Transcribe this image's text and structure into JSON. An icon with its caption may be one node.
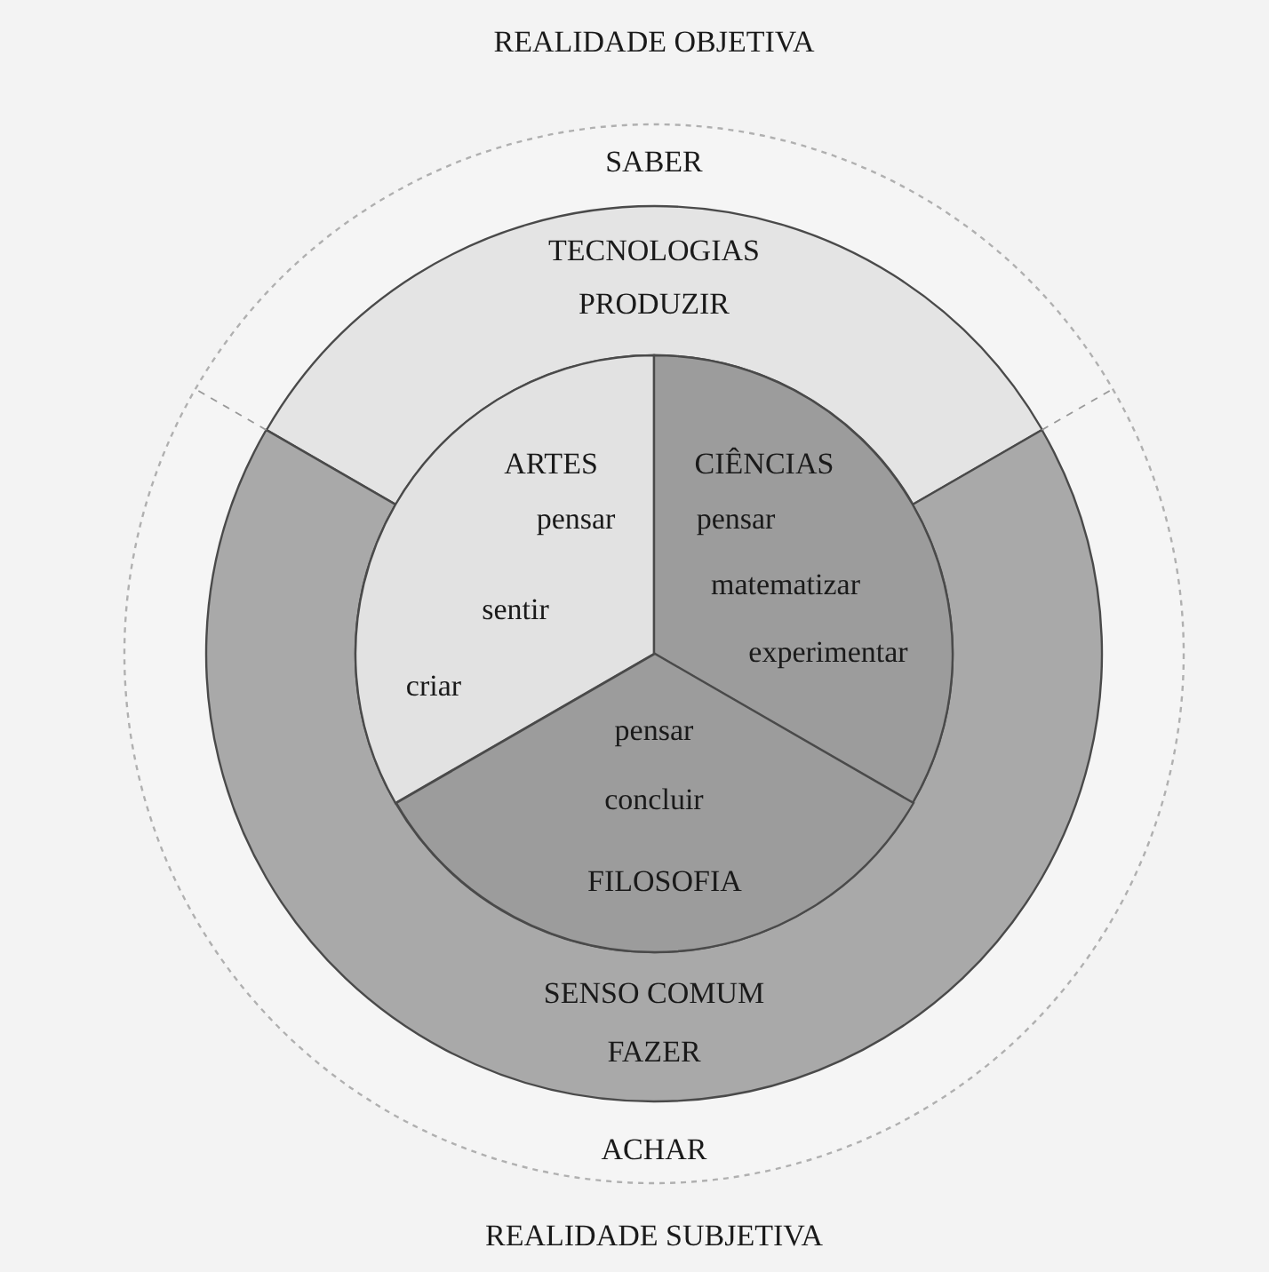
{
  "diagram": {
    "nodes": [
      {
        "text": [
          "SABER",
          "ACHAR"
        ]
      },
      {
        "text": [
          "TECNOLOGIAS",
          "PRODUZIR"
        ],
        "in": 0
      },
      {
        "text": [
          "SENSO COMUM",
          "FAZER"
        ],
        "in": 0
      },
      {
        "text": [
          "ARTES",
          "pensar",
          "sentir",
          "criar"
        ],
        "in": 0
      },
      {
        "text": [
          "CIÊNCIAS",
          "pensar",
          "matematizar",
          "experimentar"
        ],
        "in": 0
      },
      {
        "text": [
          "pensar",
          "concluir",
          "FILOSOFIA"
        ],
        "in": 0
      }
    ],
    "edges": [],
    "labels": [
      "REALIDADE OBJETIVA",
      "REALIDADE SUBJETIVA"
    ]
  }
}
